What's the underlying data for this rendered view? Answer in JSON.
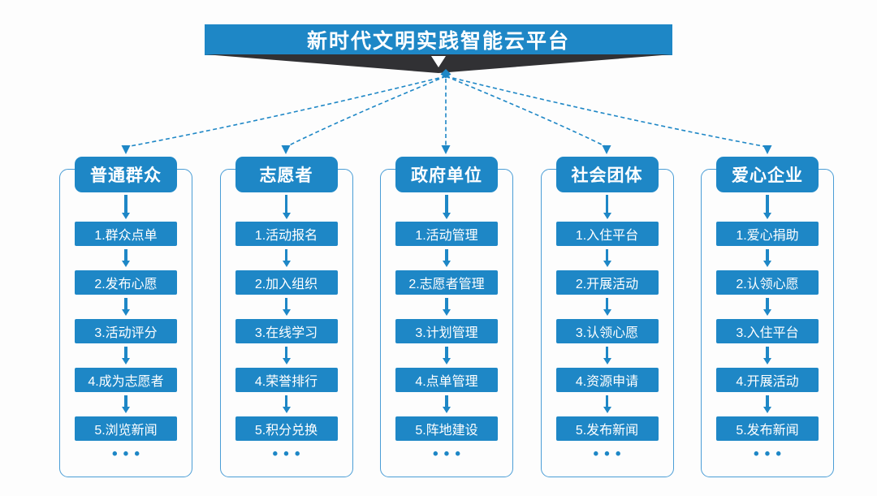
{
  "title": "新时代文明实践智能云平台",
  "colors": {
    "primary": "#1e87c6",
    "outline": "#4a9dd6",
    "ribbon": "#313134",
    "background": "#fdfdfd"
  },
  "icons": {
    "ribbon_down_arrow": "▼",
    "flow_down_arrow": "↓",
    "more_dots": "•••"
  },
  "columns": [
    {
      "header": "普通群众",
      "items": [
        "1.群众点单",
        "2.发布心愿",
        "3.活动评分",
        "4.成为志愿者",
        "5.浏览新闻"
      ],
      "more": "•••"
    },
    {
      "header": "志愿者",
      "items": [
        "1.活动报名",
        "2.加入组织",
        "3.在线学习",
        "4.荣誉排行",
        "5.积分兑换"
      ],
      "more": "•••"
    },
    {
      "header": "政府单位",
      "items": [
        "1.活动管理",
        "2.志愿者管理",
        "3.计划管理",
        "4.点单管理",
        "5.阵地建设"
      ],
      "more": "•••"
    },
    {
      "header": "社会团体",
      "items": [
        "1.入住平台",
        "2.开展活动",
        "3.认领心愿",
        "4.资源申请",
        "5.发布新闻"
      ],
      "more": "•••"
    },
    {
      "header": "爱心企业",
      "items": [
        "1.爱心捐助",
        "2.认领心愿",
        "3.入住平台",
        "4.开展活动",
        "5.发布新闻"
      ],
      "more": "•••"
    }
  ]
}
